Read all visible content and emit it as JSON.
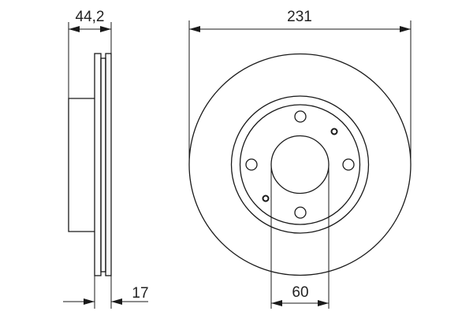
{
  "dimensions": {
    "overall_thickness": "44,2",
    "disc_thickness": "17",
    "outer_diameter": "231",
    "center_bore": "60"
  },
  "colors": {
    "line": "#1a1a1a",
    "background": "#ffffff"
  }
}
